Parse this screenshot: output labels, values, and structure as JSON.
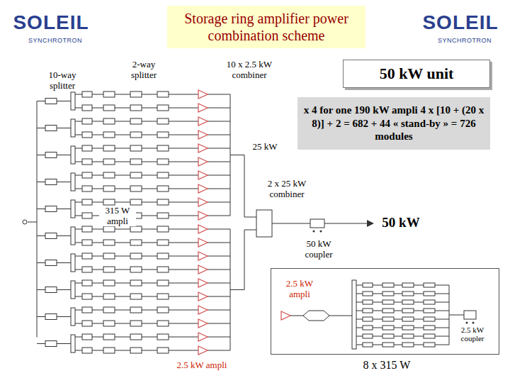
{
  "diagram": {
    "title": "Storage ring amplifier power combination scheme",
    "nodes": [
      {
        "text": [
          "50 kW unit"
        ]
      },
      {
        "text": [
          "x 4 for one 190 kW ampli 4 x [10 + (20 x 8)] + 2 = 682 + 44 « stand-by » = 726 modules"
        ]
      },
      {
        "text": [
          "2.5 kW ampli",
          "2.5 kW coupler"
        ]
      }
    ],
    "labels": [
      "SOLEIL",
      "SYNCHROTRON",
      "SOLEIL",
      "SYNCHROTRON",
      "10-way splitter",
      "2-way splitter",
      "10 x 2.5 kW combiner",
      "25 kW",
      "2 x 25 kW combiner",
      "315 W ampli",
      "50 kW",
      "50 kW coupler",
      "2.5 kW ampli",
      "8 x 315 W"
    ]
  }
}
